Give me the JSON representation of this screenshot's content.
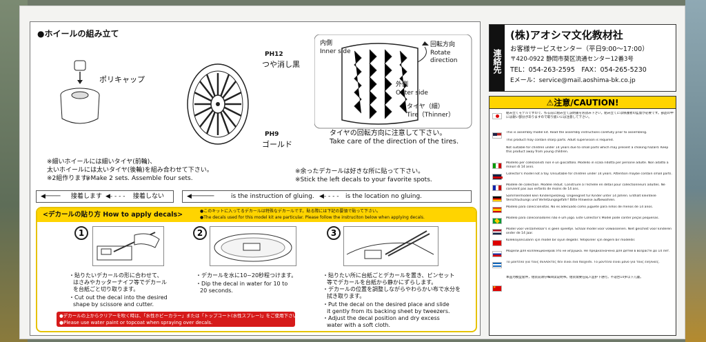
{
  "wheel_assembly": {
    "title": "●ホイールの組み立て",
    "polycap": "ポリキャップ",
    "ph12_code": "PH12",
    "ph12_label": "つや消し黒",
    "ph9_code": "PH9",
    "ph9_label": "ゴールド",
    "note_jp_1": "※細いホイールには細いタイヤ(前輪)、",
    "note_jp_2": "太いホイールには太いタイヤ(後輪)を組み合わせて下さい。",
    "note_jp_3": "※2組作ります。",
    "note_en": "※Make 2 sets.  Assemble four sets.",
    "extra_decal_jp": "※余ったデカールは好きな所に貼って下さい。",
    "extra_decal_en": "※Stick the left decals to your favorite spots."
  },
  "tire_diagram": {
    "inner_jp": "内側",
    "inner_en": "Inner side",
    "rotate_jp": "回転方向",
    "rotate_en_1": "Rotate",
    "rotate_en_2": "direction",
    "outer_jp": "外側",
    "outer_en": "Outer side",
    "tire_jp": "タイヤ（細）",
    "tire_en": "Tire（Thinner）",
    "caution_jp": "タイヤの回転方向に注意して下さい。",
    "caution_en": "Take care of the direction of the tires."
  },
  "legend": {
    "glue_jp": "接着します",
    "noglue_jp": "接着しない",
    "glue_en": "is the instruction of gluing.",
    "noglue_en": "is the location no gluing."
  },
  "decals": {
    "header_jp": "<デカールの貼り方 How to apply decals>",
    "header_note_jp": "●このキットに入ってるデカールは特殊なデカールです。貼る際には下記の要領で貼って下さい。",
    "header_note_en": "●The decals used for this model kit are particular. Please follow the instruciton below when applying decals.",
    "step1_num": "1",
    "step1_jp_1": "・貼りたいデカールの形に合わせて、",
    "step1_jp_2": "はさみやカッターナイフ等でデカール",
    "step1_jp_3": "を台紙ごと切り取ります。",
    "step1_en_1": "・Cut out the decal into the desired",
    "step1_en_2": "shape by scissore and cutter.",
    "step2_num": "2",
    "step2_jp": "・デカールを水に10~20秒程つけます。",
    "step2_en_1": "・Dip the decal in water for 10 to",
    "step2_en_2": "20 seconds.",
    "step3_num": "3",
    "step3_jp_1": "・貼りたい所に台紙ごとデカールを置き、ピンセット",
    "step3_jp_2": "等でデカールを台紙から静かにずらします。",
    "step3_jp_3": "・デカールの位置を調整しながらやわらかい布で水分を",
    "step3_jp_4": "拭き取ります。",
    "step3_en_1": "・Put the decal on the desired place and slide",
    "step3_en_2": "it gently from its backing sheet by tweezers.",
    "step3_en_3": "・Adjust the decal position and dry excess",
    "step3_en_4": "water with a soft cloth.",
    "warn_jp": "●デカールの上からクリアーを吹く時は、「水性ホビーカラー」または「トップコート(水性スプレー)」をご使用下さい。",
    "warn_en": "●Please use water paint or topcoat when spraying over decals."
  },
  "maker": {
    "tag": "連絡先",
    "company": "(株)アオシマ文化教材社",
    "service": "お客様サービスセンター（平日9:00～17:00）",
    "address": "〒420-0922 静岡市葵区流通センター12番3号",
    "tel_fax": "TEL：054-263-2595　FAX：054-265-5230",
    "email": "Eメール：service@mail.aoshima-bk.co.jp"
  },
  "caution": {
    "title": "⚠注意/CAUTION!",
    "jp_text": "組み立てモデルですので、作る前に組み立て説明書をお読み下さい。組み立てには保護者の監督が必要です。部品の中には鋭い部分がありますので取り扱いには注意して下さい。",
    "en_text_1": "This is assembly model kit. Read the assembly instructions carefully prior to assembling.",
    "en_text_2": "This product may contain sharp parts. Adult supervision is required.",
    "en_text_3": "Not suitable for children under 14 years due to small parts which may present a choking hazard. Keep this product away from young children.",
    "it": "Modello per collezionisti non è un giocattolo. Modello in scala ridotta per persone adulte. Non adatto a minori di 14 anni.",
    "uk": "Collector's model not a toy. Unsuitable for children under 14 years. Attention maybe contain small parts.",
    "fr": "Modèle de collection. Modèle réduit. Construire à l'échelle en détail pour collectionneurs adultes. Ne convient pas aux enfants de moins de 14 ans.",
    "de": "Sammlermodell kein Kinderspielzeug. Ungeeignet für Kinder unter 14 Jahren. Enthält kleinteile Verschluckungs und Verletzungsgefahr! Bitte Hinweise aufbewahren.",
    "es": "Modelo para coleccionistas. No es adecuado como juguete para niños de menos de 14 anos.",
    "br": "Modelo para colecionadores não é um jogo. Este Collector's Model pode conter peças pequenas.",
    "nl": "Model voor verzamelaar's is geen speeltje. Schaal model voor volwassenen. Niet geschikt voor kinderen onder de 14 jaar.",
    "tr": "Koleksiyoncuların için model bir oyun değildir. Yetişkinler için değerli bir modeldir.",
    "ru": "Модели для коллекционеров это не игрушка. Не предназначено для детей в возрасте до 14 лет.",
    "gr": "Το μοντέλο για τους συλλέκτες δεν είναι ένα παιχνίδι. Το μοντέλο είναι μόνο για τους ενήλικες.",
    "cn": "本品为模型套件，组装前请仔细阅读说明书。组装需要在成人监护下进行。不适合14岁以下儿童。"
  },
  "colors": {
    "yellow": "#ffd400",
    "red": "#d61a1a",
    "border": "#333333"
  }
}
